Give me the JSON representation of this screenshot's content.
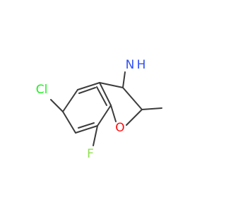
{
  "molecule": {
    "atoms": {
      "amine_n": "N",
      "amine_h": "H",
      "ring_o": "O",
      "chloro": "Cl",
      "fluoro": "F"
    },
    "colors": {
      "bond": "#3c3c3c",
      "nitrogen": "#3050f8",
      "oxygen": "#ff0d0d",
      "chlorine": "#1ff01f",
      "fluorine": "#90e050"
    }
  }
}
